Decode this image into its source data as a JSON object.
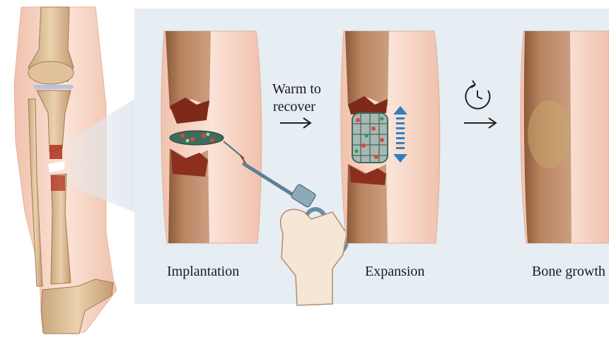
{
  "steps": {
    "warm": {
      "line1": "Warm to",
      "line2": "recover"
    },
    "implantation": "Implantation",
    "expansion": "Expansion",
    "bone_growth": "Bone growth"
  },
  "colors": {
    "panel_bg": "#e6edf3",
    "bone": "#d9b896",
    "bone_dark": "#9a6a46",
    "skin": "#f5d3c2",
    "fracture_red": "#b0311f",
    "arrow_blue": "#2f7fc0",
    "arrow_dark": "#222222"
  },
  "icons": [
    "clock-icon",
    "right-arrow-icon",
    "double-arrow-icon",
    "syringe-icon",
    "hand-icon",
    "scaffold-icon"
  ]
}
